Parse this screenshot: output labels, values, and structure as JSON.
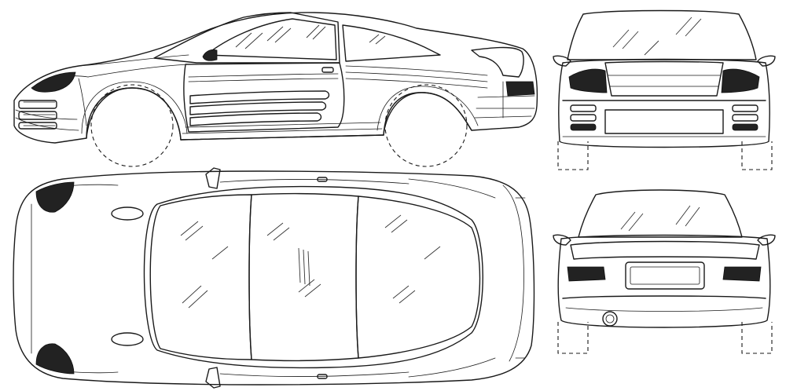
{
  "drawing": {
    "ink_color": "#1a1a1a",
    "background_color": "#ffffff"
  },
  "views": [
    {
      "id": "side",
      "name": "side-view"
    },
    {
      "id": "front",
      "name": "front-view"
    },
    {
      "id": "top",
      "name": "top-view"
    },
    {
      "id": "rear",
      "name": "rear-view"
    }
  ]
}
